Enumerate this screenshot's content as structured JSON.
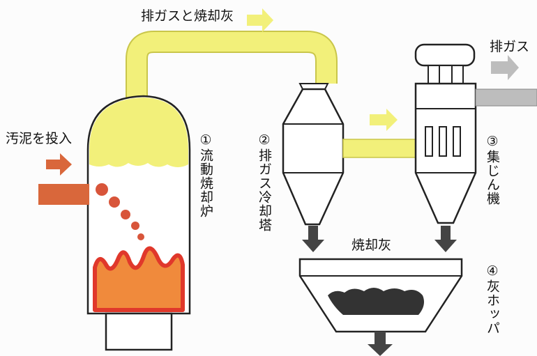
{
  "labels": {
    "flue_gas_and_ash": "排ガスと焼却灰",
    "exhaust_gas": "排ガス",
    "sludge_input": "汚泥を投入",
    "incinerated_ash": "焼却灰"
  },
  "units": [
    {
      "num": "①",
      "name": "流動焼却炉"
    },
    {
      "num": "②",
      "name": "排ガス冷却塔"
    },
    {
      "num": "③",
      "name": "集じん機"
    },
    {
      "num": "④",
      "name": "灰ホッパ"
    }
  ],
  "colors": {
    "gas_yellow": "#f2f07a",
    "gas_yellow_stroke": "#c9c64a",
    "input_arrow": "#d9673b",
    "flame_outer": "#e0382b",
    "flame_inner": "#f08a3c",
    "ember": "#d8553a",
    "ash": "#333333",
    "outline": "#222222",
    "exhaust_gray": "#bdbdbd"
  },
  "icons": [
    "flow-arrow-icon",
    "down-arrow-icon",
    "flame-icon"
  ]
}
